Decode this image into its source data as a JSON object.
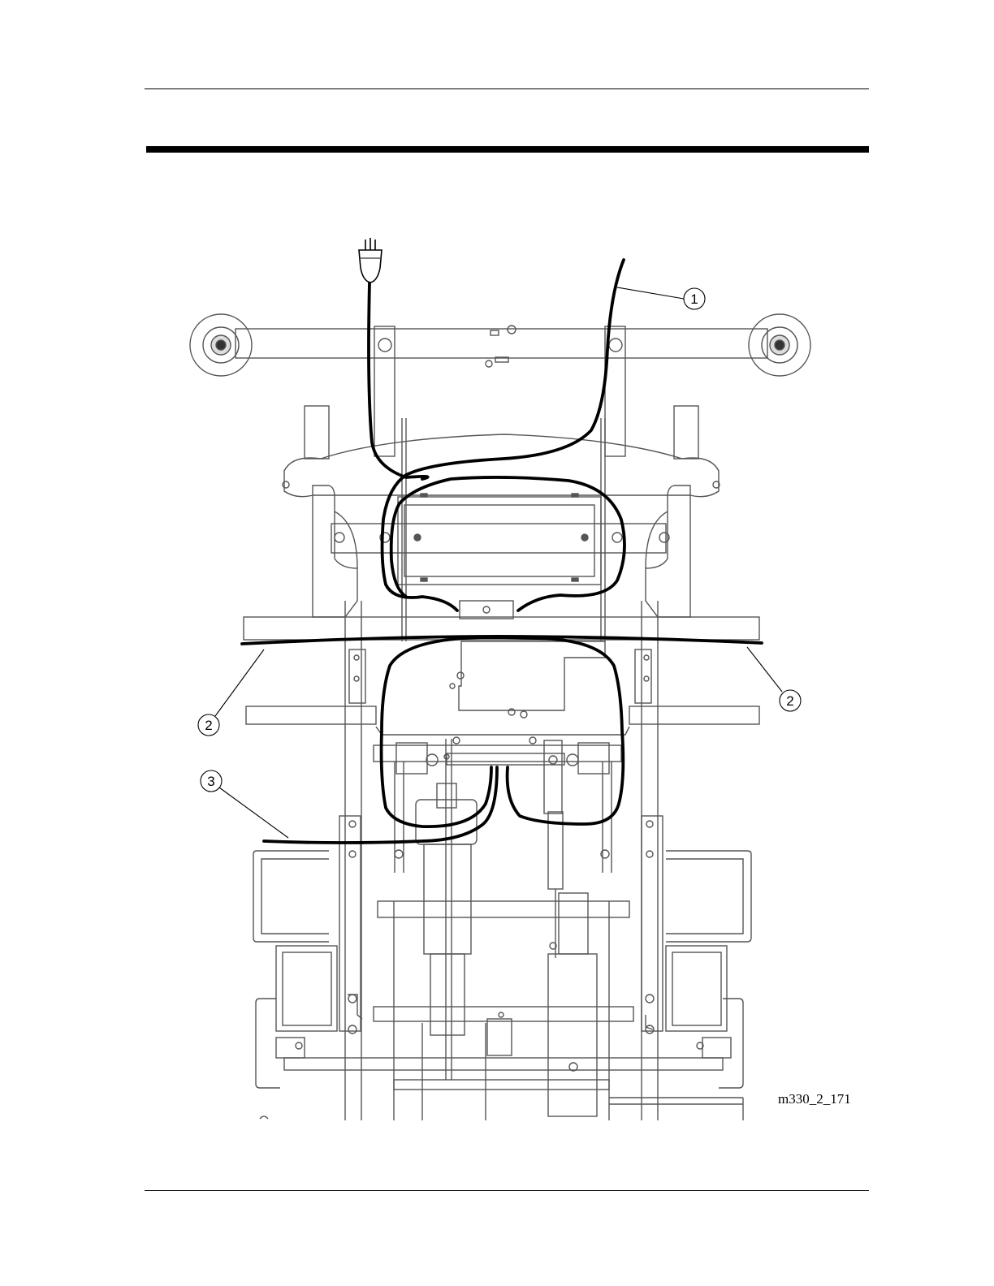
{
  "diagram": {
    "callouts": [
      {
        "id": "callout-1",
        "label": "1"
      },
      {
        "id": "callout-2-left",
        "label": "2"
      },
      {
        "id": "callout-2-right",
        "label": "2"
      },
      {
        "id": "callout-3",
        "label": "3"
      }
    ],
    "figure_id": "m330_2_171"
  }
}
